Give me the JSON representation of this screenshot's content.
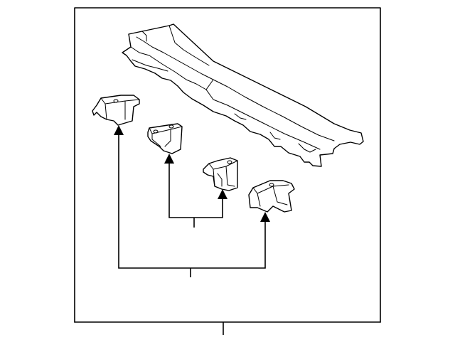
{
  "diagram": {
    "type": "exploded-parts-diagram",
    "background_color": "#ffffff",
    "line_color": "#000000",
    "parts": [
      {
        "id": "cowl-top-panel",
        "icon": "cowl-panel-icon"
      },
      {
        "id": "left-bracket",
        "icon": "bracket-icon"
      },
      {
        "id": "center-left-bracket",
        "icon": "bracket-icon"
      },
      {
        "id": "center-right-bracket",
        "icon": "bracket-icon"
      },
      {
        "id": "right-bracket",
        "icon": "bracket-icon"
      }
    ],
    "callouts": [
      {
        "id": "callout-inner-pair",
        "label": ""
      },
      {
        "id": "callout-outer-pair",
        "label": ""
      },
      {
        "id": "callout-assembly",
        "label": ""
      }
    ]
  }
}
